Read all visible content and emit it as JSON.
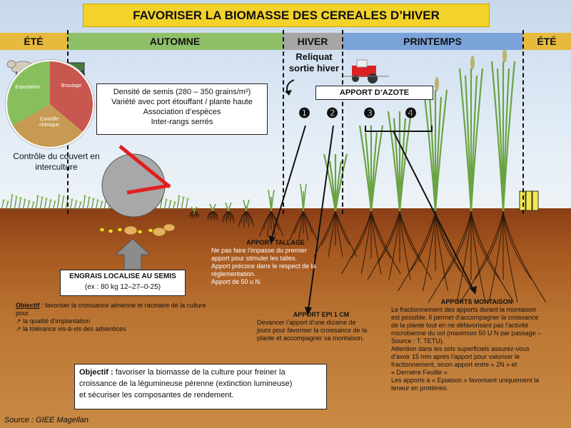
{
  "title": "FAVORISER LA BIOMASSE DES CEREALES D’HIVER",
  "seasons": {
    "ete_left": "ÉTÉ",
    "automne": "AUTOMNE",
    "hiver": "HIVER",
    "printemps": "PRINTEMPS",
    "ete_right": "ÉTÉ"
  },
  "pie": {
    "exportation": "Exportation",
    "broutage": "Broutage",
    "controle": "Contrôle chimique"
  },
  "interculture": "Contrôle du couvert en interculture",
  "semis": {
    "line1": "Densité de semis (280 – 350 grains/m²)",
    "line2": "Variété avec port étouffant / plante haute",
    "line3": "Association d’espèces",
    "line4": "Inter-rangs serrés"
  },
  "reliquat": "Reliquat sortie hiver",
  "apport_azote": "APPORT D’AZOTE",
  "numbers": [
    "❶",
    "❷",
    "❸",
    "❹"
  ],
  "engrais": {
    "title": "ENGRAIS LOCALISE AU SEMIS",
    "sub": "(ex : 80 kg 12–27–0-25)"
  },
  "objectif1": {
    "label": "Objectif",
    "text": " : favoriser la croissance aérienne et racinaire de la culture pour",
    "items": [
      "la qualité d’implantation",
      "la tolérance vis-à-vis des adventices"
    ],
    "arrow": "↗"
  },
  "tallage": {
    "title": "APPORT TALLAGE",
    "l1": "Ne pas faire l’impasse du premier",
    "l2": "apport pour stimuler les talles.",
    "l3": "Apport précoce dans le respect de la",
    "l4": "réglementation.",
    "l5": "Apport de 50 u N."
  },
  "epi": {
    "title": "APPORT EPI 1 CM",
    "l1": "Devancer l’apport d’une dizaine de",
    "l2": "jours pour favoriser la croissance de la",
    "l3": "plante et accompagner sa montaison."
  },
  "montaison": {
    "title": "APPORTS MONTAISON",
    "l1": "Le fractionnement des apports durant la montaison",
    "l2": "est possible. Il permet d’accompagner la croissance",
    "l3": "de la plante tout en ne défavorisant pas l’activité",
    "l4": "microbienne du sol (maximum 50 U N par passage –",
    "l5": "Source : T. TETU).",
    "l6": "Attention dans les sols superficiels assurez-vous",
    "l7": "d’avoir 15 mm après l’apport pour valoriser le",
    "l8": "fractionnement, sinon apport entre « 2N » et",
    "l9": "« Dernière Feuille ».",
    "l10": "Les apports à « Epiaison » favorisent uniquement la",
    "l11": "teneur en protéines."
  },
  "objectif2": {
    "label": "Objectif :",
    "l1": " favoriser la biomasse de la culture pour freiner la",
    "l2": "croissance de la légumineuse pérenne (extinction lumineuse)",
    "l3": "et sécuriser les composantes de rendement."
  },
  "source": "Source : GIEE Magellan",
  "colors": {
    "title_bg": "#f3d22a",
    "automne": "#8fc068",
    "hiver": "#a6a6a6",
    "printemps": "#7aa3da",
    "ete": "#e7b93c",
    "soil": "#a6581f",
    "pie_red": "#c85750",
    "pie_tan": "#c79a53",
    "pie_green": "#87bf5d"
  }
}
